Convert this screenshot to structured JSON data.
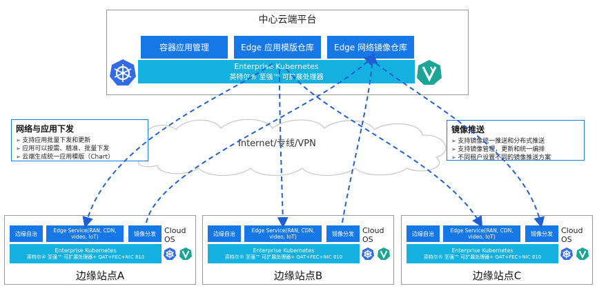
{
  "central": {
    "title": "中心云端平台",
    "modules": [
      "容器应用管理",
      "Edge 应用模版仓库",
      "Edge 网络镜像仓库"
    ],
    "k8s_line1": "Enterprise Kubernetes",
    "k8s_line2": "英特尔® 至强™ 可扩展处理器"
  },
  "network": {
    "label": "Internet/专线/VPN"
  },
  "callout_left": {
    "title": "网络与应用下发",
    "items": [
      "支持应用批量下发和更新",
      "应用可以按需、精准、批量下发",
      "云端生成统一应用模版（Chart）"
    ]
  },
  "callout_right": {
    "title": "镜像推送",
    "items": [
      "支持镜像统一推送和分布式推送",
      "支持镜像管理，更新和统一编排",
      "不同租户设置不同的镜像推送方案"
    ]
  },
  "edge_sites": [
    {
      "label": "边缘站点A",
      "autonomy": "边缘自治",
      "edge_service": "Edge Service(RAN, CDN, video, IoT)",
      "image_dist": "镜像分发",
      "cloud_os": "Cloud OS",
      "k8s_line1": "Enterprise Kubernetes",
      "k8s_line2": "英特尔® 至强™ 可扩展处理器+ QAT+FEC+NIC 810"
    },
    {
      "label": "边缘站点B",
      "autonomy": "边缘自治",
      "edge_service": "Edge Service(RAN, CDN, video, IoT)",
      "image_dist": "镜像分发",
      "cloud_os": "Cloud OS",
      "k8s_line1": "Enterprise Kubernetes",
      "k8s_line2": "英特尔® 至强™ 可扩展处理器+ QAT+FEC+NIC 810"
    },
    {
      "label": "边缘站点C",
      "autonomy": "边缘自治",
      "edge_service": "Edge Service(RAN, CDN, video, IoT)",
      "image_dist": "镜像分发",
      "cloud_os": "Cloud OS",
      "k8s_line1": "Enterprise Kubernetes",
      "k8s_line2": "英特尔® 至强™ 可扩展处理器+ QAT+FEC+NIC 810"
    }
  ],
  "icons": {
    "kubernetes": "kubernetes-helm-icon",
    "vendor": "v-logo-icon"
  },
  "colors": {
    "module_blue": "#1677e6",
    "k8s_cyan": "#14b1e0",
    "arrow_blue": "#1f5fd6",
    "badge_teal": "#1aa596"
  }
}
